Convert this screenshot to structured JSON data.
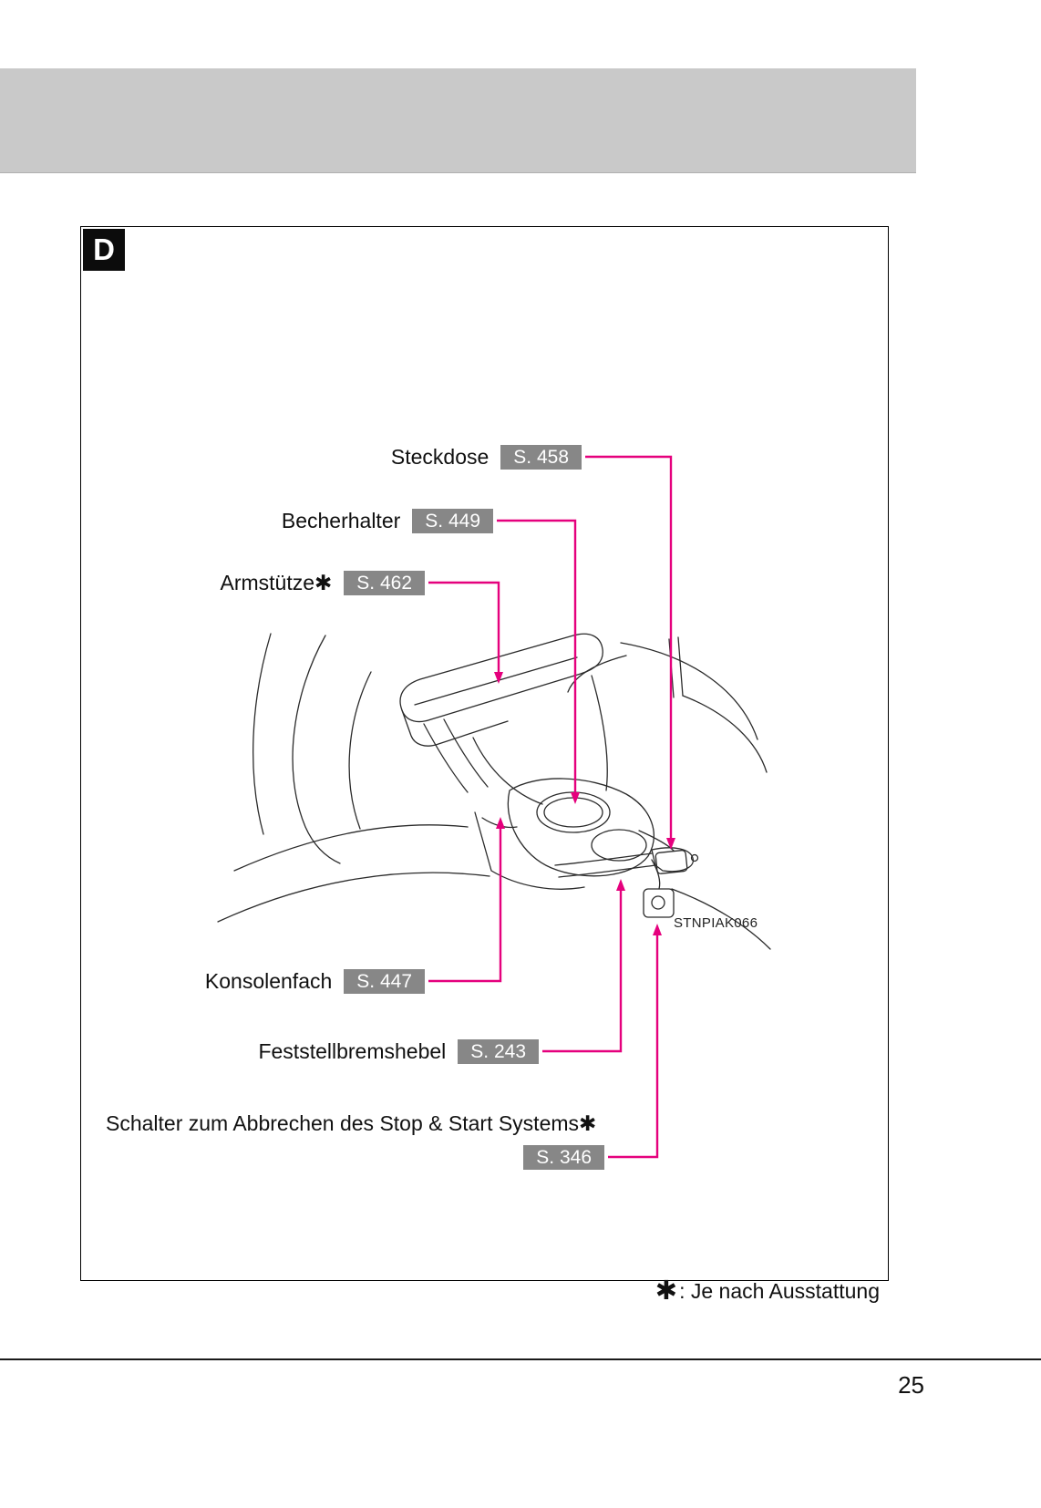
{
  "colors": {
    "accent": "#e5007d",
    "ref_box_bg": "#878787",
    "ref_box_text": "#ffffff",
    "header_band": "#c9c9c9",
    "line_art": "#2b2b2b"
  },
  "page": {
    "number": "25",
    "section_letter": "D",
    "image_code": "STNPIAK066",
    "footnote_symbol": "✱",
    "footnote_text": ": Je nach Ausstattung"
  },
  "callouts": [
    {
      "label": "Steckdose",
      "ref": "S. 458"
    },
    {
      "label": "Becherhalter",
      "ref": "S. 449"
    },
    {
      "label": "Armstütze✱",
      "ref": "S. 462"
    },
    {
      "label": "Konsolenfach",
      "ref": "S. 447"
    },
    {
      "label": "Feststellbremshebel",
      "ref": "S. 243"
    },
    {
      "label": "Schalter zum Abbrechen des Stop & Start Systems✱",
      "ref": "S. 346"
    }
  ]
}
